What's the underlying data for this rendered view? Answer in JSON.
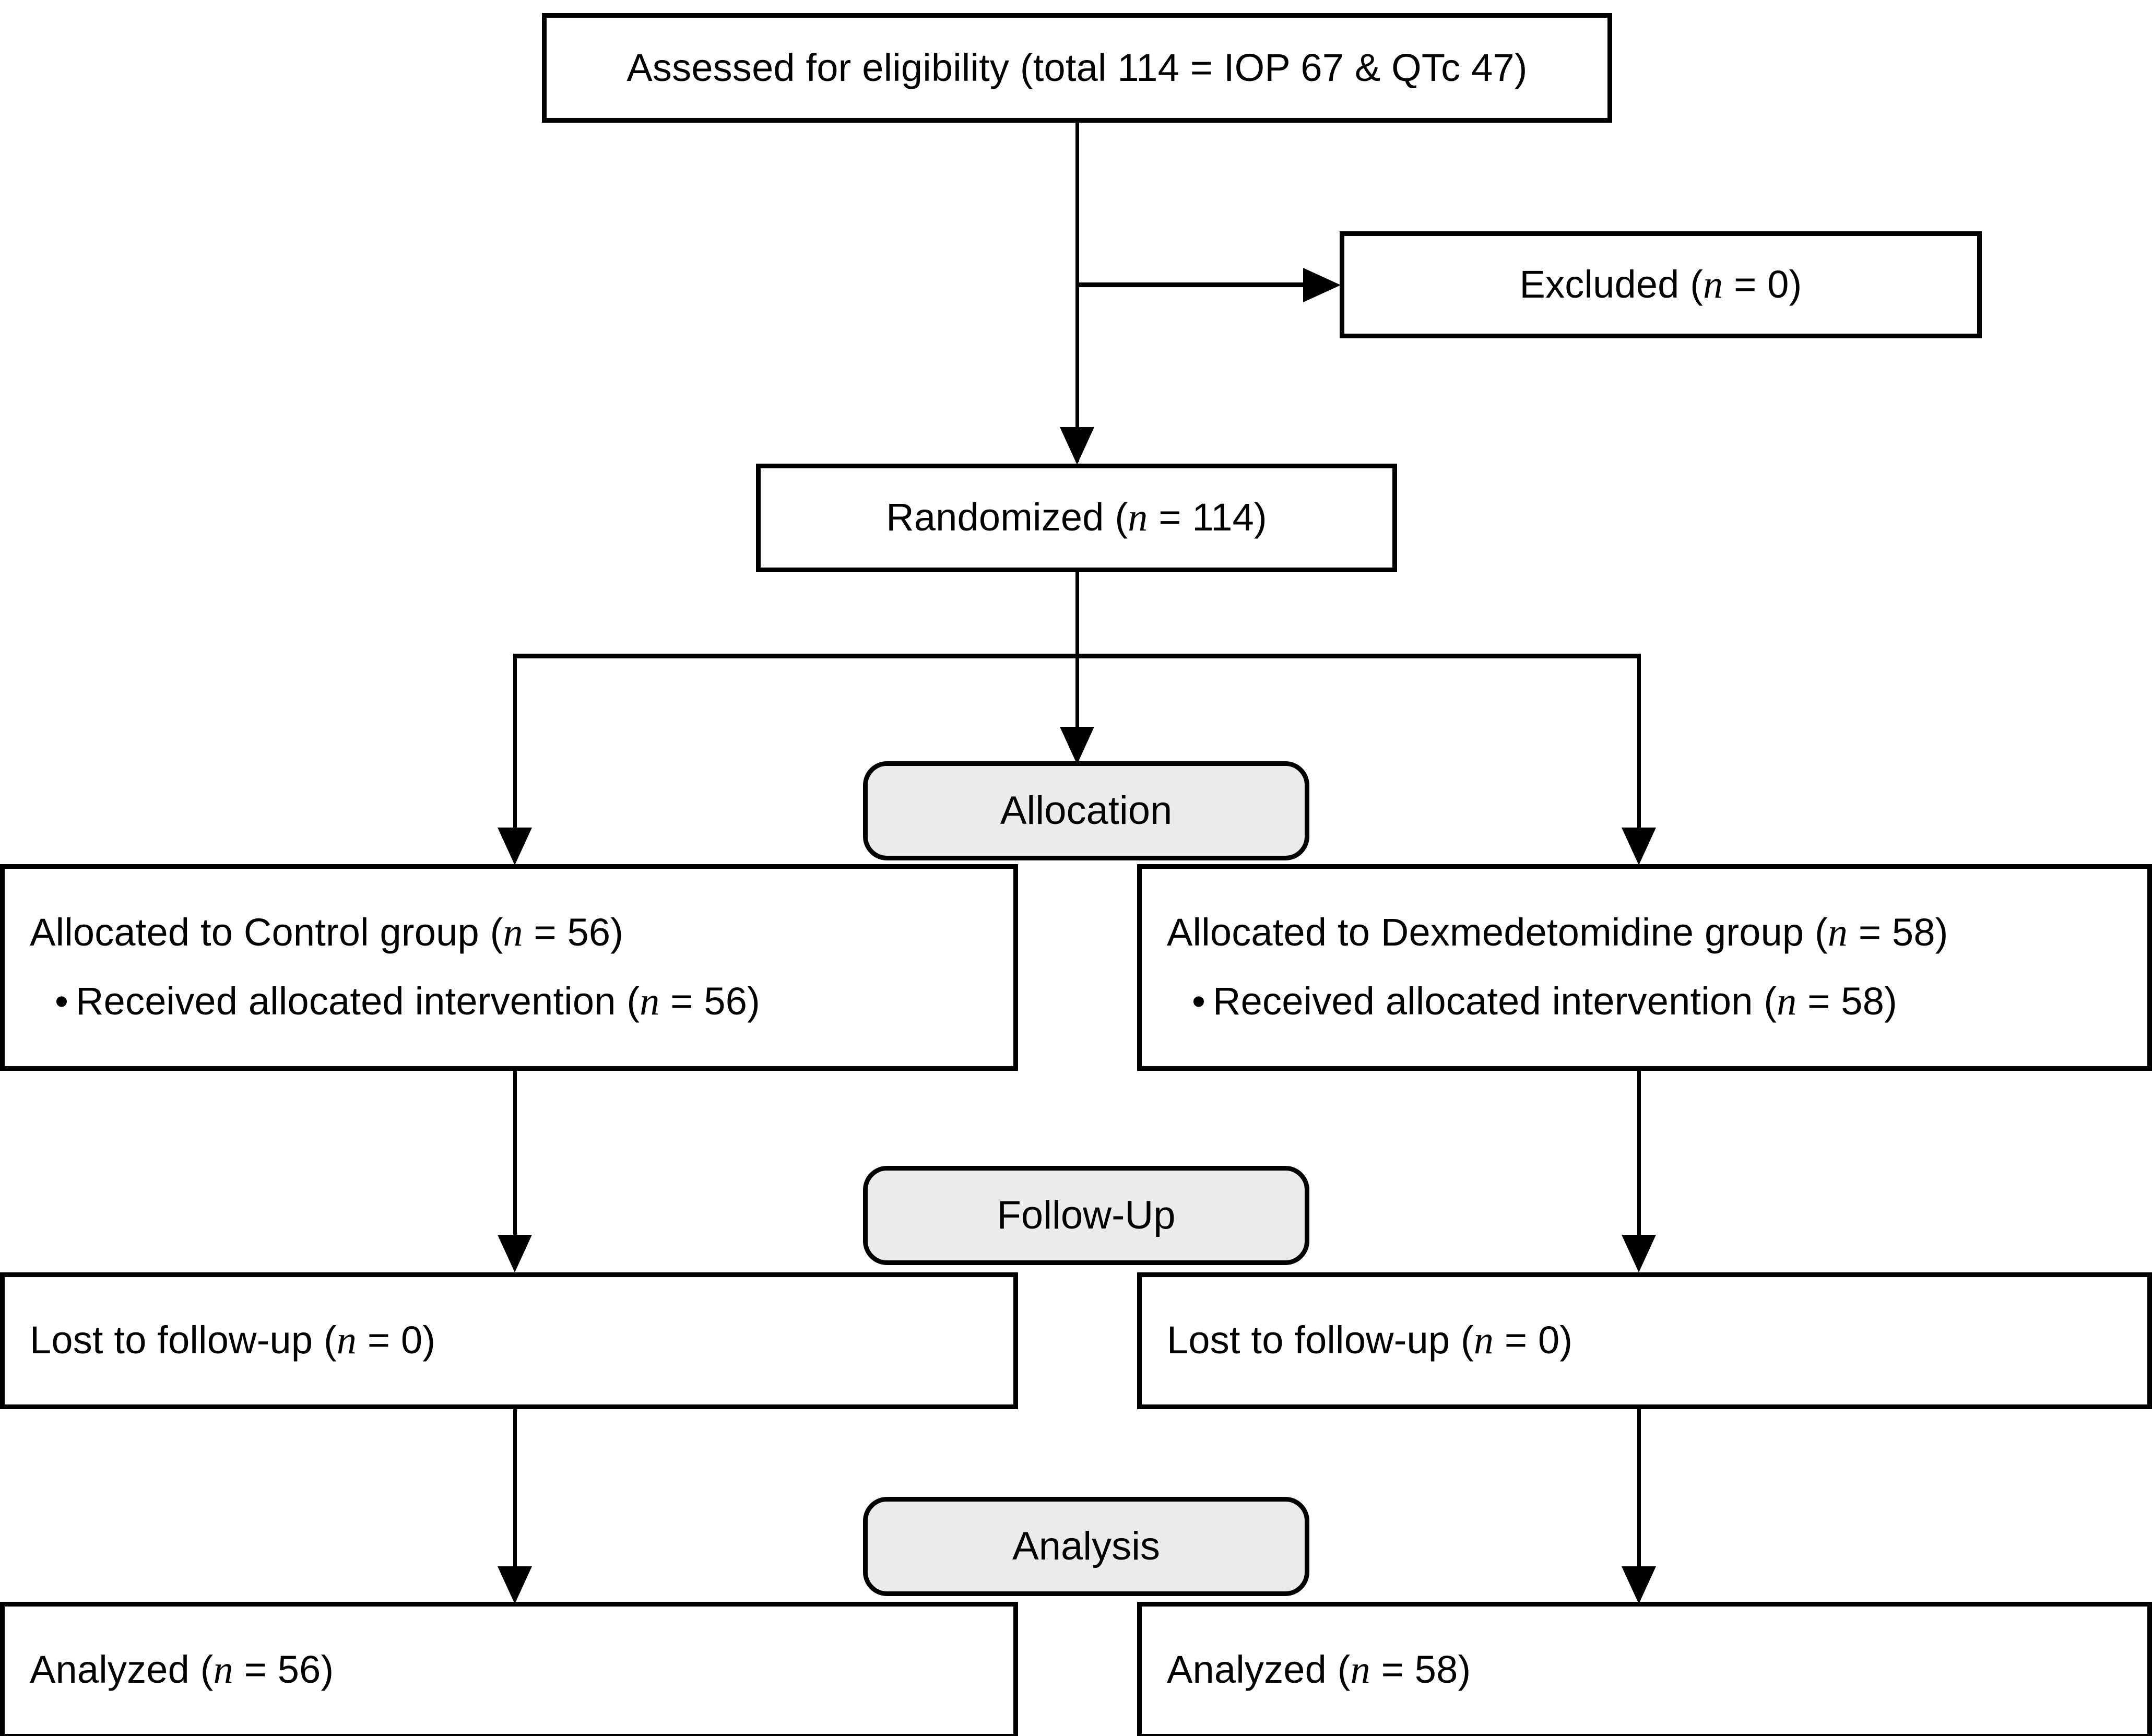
{
  "diagram": {
    "title": "CONSORT participant flow diagram",
    "colors": {
      "line": "#000000",
      "box_fill": "#ffffff",
      "stage_fill": "#ebebeb",
      "text": "#000000"
    },
    "stages": [
      {
        "id": "allocation",
        "label": "Allocation"
      },
      {
        "id": "followup",
        "label": "Follow-Up"
      },
      {
        "id": "analysis",
        "label": "Analysis"
      }
    ],
    "nodes": {
      "enrollment": {
        "label": "Assessed for eligibility (total 114 = IOP 67 & QTc 47)",
        "text_before_italic": "Assessed for eligibility (total 114 = IOP 67 & QTc 47)",
        "total": 114,
        "iop": 67,
        "qtc": 47
      },
      "excluded": {
        "prefix": "Excluded (",
        "italic_n": "n",
        "suffix": " = 0)",
        "value": 0
      },
      "randomized": {
        "prefix": "Randomized (",
        "italic_n": "n",
        "suffix": " = 114)",
        "value": 114
      },
      "allocated_left": {
        "line1_prefix": "Allocated to Control group (",
        "line1_italic": "n",
        "line1_suffix": " = 56)",
        "bullet": "•",
        "line2_prefix": "Received allocated intervention (",
        "line2_italic": "n",
        "line2_suffix": " = 56)",
        "group": "Control",
        "value": 56
      },
      "allocated_right": {
        "line1_prefix": "Allocated to Dexmedetomidine group (",
        "line1_italic": "n",
        "line1_suffix": " = 58)",
        "bullet": "•",
        "line2_prefix": "Received allocated intervention (",
        "line2_italic": "n",
        "line2_suffix": " = 58)",
        "group": "Dexmedetomidine",
        "value": 58
      },
      "lost_left": {
        "prefix": "Lost to follow-up (",
        "italic_n": "n",
        "suffix": " = 0)",
        "value": 0
      },
      "lost_right": {
        "prefix": "Lost to follow-up (",
        "italic_n": "n",
        "suffix": " = 0)",
        "value": 0
      },
      "analyzed_left": {
        "prefix": "Analyzed (",
        "italic_n": "n",
        "suffix": " = 56)",
        "value": 56
      },
      "analyzed_right": {
        "prefix": "Analyzed (",
        "italic_n": "n",
        "suffix": " = 58)",
        "value": 58
      }
    }
  }
}
